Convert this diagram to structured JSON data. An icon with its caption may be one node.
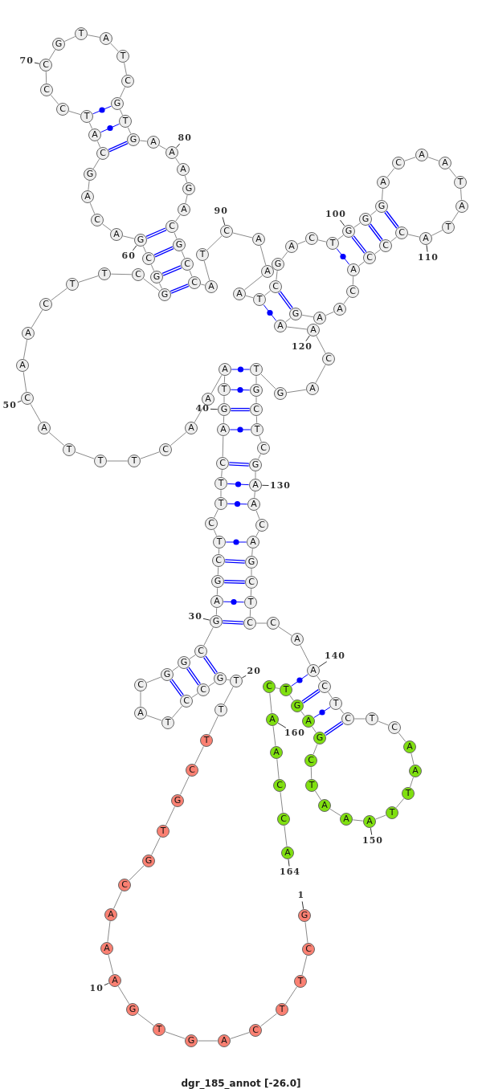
{
  "diagram": {
    "title": "dgr_185_annot [-26.0]",
    "nodes": [
      {
        "text": [
          "G"
        ]
      },
      {
        "text": [
          "C"
        ]
      },
      {
        "text": [
          "T"
        ]
      },
      {
        "text": [
          "T"
        ]
      },
      {
        "text": [
          "C"
        ]
      },
      {
        "text": [
          "A"
        ]
      },
      {
        "text": [
          "G"
        ]
      },
      {
        "text": [
          "T"
        ]
      },
      {
        "text": [
          "G"
        ]
      },
      {
        "text": [
          "A"
        ]
      },
      {
        "text": [
          "A"
        ]
      },
      {
        "text": [
          "A"
        ]
      },
      {
        "text": [
          "C"
        ]
      },
      {
        "text": [
          "G"
        ]
      },
      {
        "text": [
          "T"
        ]
      },
      {
        "text": [
          "G"
        ]
      },
      {
        "text": [
          "C"
        ]
      },
      {
        "text": [
          "T"
        ]
      },
      {
        "text": [
          "T"
        ]
      },
      {
        "text": [
          "T"
        ]
      },
      {
        "text": [
          "G"
        ]
      },
      {
        "text": [
          "C"
        ]
      },
      {
        "text": [
          "C"
        ]
      },
      {
        "text": [
          "T"
        ]
      },
      {
        "text": [
          "A"
        ]
      },
      {
        "text": [
          "C"
        ]
      },
      {
        "text": [
          "G"
        ]
      },
      {
        "text": [
          "G"
        ]
      },
      {
        "text": [
          "C"
        ]
      },
      {
        "text": [
          "G"
        ]
      },
      {
        "text": [
          "A"
        ]
      },
      {
        "text": [
          "G"
        ]
      },
      {
        "text": [
          "C"
        ]
      },
      {
        "text": [
          "T"
        ]
      },
      {
        "text": [
          "C"
        ]
      },
      {
        "text": [
          "T"
        ]
      },
      {
        "text": [
          "T"
        ]
      },
      {
        "text": [
          "C"
        ]
      },
      {
        "text": [
          "A"
        ]
      },
      {
        "text": [
          "G"
        ]
      },
      {
        "text": [
          "T"
        ]
      },
      {
        "text": [
          "A"
        ]
      },
      {
        "text": [
          "A"
        ]
      },
      {
        "text": [
          "A"
        ]
      },
      {
        "text": [
          "C"
        ]
      },
      {
        "text": [
          "T"
        ]
      },
      {
        "text": [
          "T"
        ]
      },
      {
        "text": [
          "T"
        ]
      },
      {
        "text": [
          "A"
        ]
      },
      {
        "text": [
          "C"
        ]
      },
      {
        "text": [
          "A"
        ]
      },
      {
        "text": [
          "A"
        ]
      },
      {
        "text": [
          "C"
        ]
      },
      {
        "text": [
          "T"
        ]
      },
      {
        "text": [
          "T"
        ]
      },
      {
        "text": [
          "C"
        ]
      },
      {
        "text": [
          "G"
        ]
      },
      {
        "text": [
          "G"
        ]
      },
      {
        "text": [
          "C"
        ]
      },
      {
        "text": [
          "G"
        ]
      },
      {
        "text": [
          "A"
        ]
      },
      {
        "text": [
          "C"
        ]
      },
      {
        "text": [
          "A"
        ]
      },
      {
        "text": [
          "G"
        ]
      },
      {
        "text": [
          "C"
        ]
      },
      {
        "text": [
          "A"
        ]
      },
      {
        "text": [
          "T"
        ]
      },
      {
        "text": [
          "C"
        ]
      },
      {
        "text": [
          "C"
        ]
      },
      {
        "text": [
          "C"
        ]
      },
      {
        "text": [
          "G"
        ]
      },
      {
        "text": [
          "T"
        ]
      },
      {
        "text": [
          "A"
        ]
      },
      {
        "text": [
          "T"
        ]
      },
      {
        "text": [
          "C"
        ]
      },
      {
        "text": [
          "G"
        ]
      },
      {
        "text": [
          "T"
        ]
      },
      {
        "text": [
          "G"
        ]
      },
      {
        "text": [
          "A"
        ]
      },
      {
        "text": [
          "A"
        ]
      },
      {
        "text": [
          "A"
        ]
      },
      {
        "text": [
          "G"
        ]
      },
      {
        "text": [
          "A"
        ]
      },
      {
        "text": [
          "C"
        ]
      },
      {
        "text": [
          "G"
        ]
      },
      {
        "text": [
          "C"
        ]
      },
      {
        "text": [
          "C"
        ]
      },
      {
        "text": [
          "A"
        ]
      },
      {
        "text": [
          "T"
        ]
      },
      {
        "text": [
          "C"
        ]
      },
      {
        "text": [
          "A"
        ]
      },
      {
        "text": [
          "A"
        ]
      },
      {
        "text": [
          "A"
        ]
      },
      {
        "text": [
          "T"
        ]
      },
      {
        "text": [
          "C"
        ]
      },
      {
        "text": [
          "G"
        ]
      },
      {
        "text": [
          "A"
        ]
      },
      {
        "text": [
          "C"
        ]
      },
      {
        "text": [
          "T"
        ]
      },
      {
        "text": [
          "G"
        ]
      },
      {
        "text": [
          "G"
        ]
      },
      {
        "text": [
          "G"
        ]
      },
      {
        "text": [
          "A"
        ]
      },
      {
        "text": [
          "C"
        ]
      },
      {
        "text": [
          "A"
        ]
      },
      {
        "text": [
          "A"
        ]
      },
      {
        "text": [
          "T"
        ]
      },
      {
        "text": [
          "A"
        ]
      },
      {
        "text": [
          "T"
        ]
      },
      {
        "text": [
          "A"
        ]
      },
      {
        "text": [
          "C"
        ]
      },
      {
        "text": [
          "C"
        ]
      },
      {
        "text": [
          "C"
        ]
      },
      {
        "text": [
          "A"
        ]
      },
      {
        "text": [
          "C"
        ]
      },
      {
        "text": [
          "A"
        ]
      },
      {
        "text": [
          "A"
        ]
      },
      {
        "text": [
          "G"
        ]
      },
      {
        "text": [
          "A"
        ]
      },
      {
        "text": [
          "A"
        ]
      },
      {
        "text": [
          "C"
        ]
      },
      {
        "text": [
          "A"
        ]
      },
      {
        "text": [
          "G"
        ]
      },
      {
        "text": [
          "T"
        ]
      },
      {
        "text": [
          "G"
        ]
      },
      {
        "text": [
          "C"
        ]
      },
      {
        "text": [
          "T"
        ]
      },
      {
        "text": [
          "C"
        ]
      },
      {
        "text": [
          "G"
        ]
      },
      {
        "text": [
          "A"
        ]
      },
      {
        "text": [
          "A"
        ]
      },
      {
        "text": [
          "C"
        ]
      },
      {
        "text": [
          "A"
        ]
      },
      {
        "text": [
          "G"
        ]
      },
      {
        "text": [
          "C"
        ]
      },
      {
        "text": [
          "T"
        ]
      },
      {
        "text": [
          "C"
        ]
      },
      {
        "text": [
          "C"
        ]
      },
      {
        "text": [
          "A"
        ]
      },
      {
        "text": [
          "A"
        ]
      },
      {
        "text": [
          "C"
        ]
      },
      {
        "text": [
          "T"
        ]
      },
      {
        "text": [
          "C"
        ]
      },
      {
        "text": [
          "T"
        ]
      },
      {
        "text": [
          "C"
        ]
      },
      {
        "text": [
          "A"
        ]
      },
      {
        "text": [
          "A"
        ]
      },
      {
        "text": [
          "T"
        ]
      },
      {
        "text": [
          "T"
        ]
      },
      {
        "text": [
          "A"
        ]
      },
      {
        "text": [
          "A"
        ]
      },
      {
        "text": [
          "A"
        ]
      },
      {
        "text": [
          "T"
        ]
      },
      {
        "text": [
          "C"
        ]
      },
      {
        "text": [
          "G"
        ]
      },
      {
        "text": [
          "A"
        ]
      },
      {
        "text": [
          "G"
        ]
      },
      {
        "text": [
          "T"
        ]
      },
      {
        "text": [
          "C"
        ]
      },
      {
        "text": [
          "A"
        ]
      },
      {
        "text": [
          "A"
        ]
      },
      {
        "text": [
          "C"
        ]
      },
      {
        "text": [
          "C"
        ]
      },
      {
        "text": [
          "A"
        ]
      },
      {
        "text": [
          "1"
        ]
      },
      {
        "text": [
          "10"
        ]
      },
      {
        "text": [
          "20"
        ]
      },
      {
        "text": [
          "30"
        ]
      },
      {
        "text": [
          "40"
        ]
      },
      {
        "text": [
          "50"
        ]
      },
      {
        "text": [
          "60"
        ]
      },
      {
        "text": [
          "70"
        ]
      },
      {
        "text": [
          "80"
        ]
      },
      {
        "text": [
          "90"
        ]
      },
      {
        "text": [
          "100"
        ]
      },
      {
        "text": [
          "110"
        ]
      },
      {
        "text": [
          "120"
        ]
      },
      {
        "text": [
          "130"
        ]
      },
      {
        "text": [
          "140"
        ]
      },
      {
        "text": [
          "150"
        ]
      },
      {
        "text": [
          "160"
        ]
      },
      {
        "text": [
          "164"
        ]
      }
    ],
    "edges": [
      {
        "from": 0,
        "to": 1,
        "arrow": "none"
      },
      {
        "from": 1,
        "to": 2,
        "arrow": "none"
      },
      {
        "from": 2,
        "to": 3,
        "arrow": "none"
      },
      {
        "from": 3,
        "to": 4,
        "arrow": "none"
      },
      {
        "from": 4,
        "to": 5,
        "arrow": "none"
      },
      {
        "from": 5,
        "to": 6,
        "arrow": "none"
      },
      {
        "from": 6,
        "to": 7,
        "arrow": "none"
      },
      {
        "from": 7,
        "to": 8,
        "arrow": "none"
      },
      {
        "from": 8,
        "to": 9,
        "arrow": "none"
      },
      {
        "from": 9,
        "to": 10,
        "arrow": "none"
      },
      {
        "from": 10,
        "to": 11,
        "arrow": "none"
      },
      {
        "from": 11,
        "to": 12,
        "arrow": "none"
      },
      {
        "from": 12,
        "to": 13,
        "arrow": "none"
      },
      {
        "from": 13,
        "to": 14,
        "arrow": "none"
      },
      {
        "from": 14,
        "to": 15,
        "arrow": "none"
      },
      {
        "from": 15,
        "to": 16,
        "arrow": "none"
      },
      {
        "from": 16,
        "to": 17,
        "arrow": "none"
      },
      {
        "from": 17,
        "to": 18,
        "arrow": "none"
      },
      {
        "from": 18,
        "to": 19,
        "arrow": "none"
      },
      {
        "from": 19,
        "to": 20,
        "arrow": "none"
      },
      {
        "from": 20,
        "to": 21,
        "arrow": "none"
      },
      {
        "from": 21,
        "to": 22,
        "arrow": "none"
      },
      {
        "from": 22,
        "to": 23,
        "arrow": "none"
      },
      {
        "from": 23,
        "to": 24,
        "arrow": "none"
      },
      {
        "from": 24,
        "to": 25,
        "arrow": "none"
      },
      {
        "from": 25,
        "to": 26,
        "arrow": "none"
      },
      {
        "from": 26,
        "to": 27,
        "arrow": "none"
      },
      {
        "from": 27,
        "to": 28,
        "arrow": "none"
      },
      {
        "from": 28,
        "to": 29,
        "arrow": "none"
      },
      {
        "from": 29,
        "to": 30,
        "arrow": "none"
      },
      {
        "from": 30,
        "to": 31,
        "arrow": "none"
      },
      {
        "from": 31,
        "to": 32,
        "arrow": "none"
      },
      {
        "from": 32,
        "to": 33,
        "arrow": "none"
      },
      {
        "from": 33,
        "to": 34,
        "arrow": "none"
      },
      {
        "from": 34,
        "to": 35,
        "arrow": "none"
      },
      {
        "from": 35,
        "to": 36,
        "arrow": "none"
      },
      {
        "from": 36,
        "to": 37,
        "arrow": "none"
      },
      {
        "from": 37,
        "to": 38,
        "arrow": "none"
      },
      {
        "from": 38,
        "to": 39,
        "arrow": "none"
      },
      {
        "from": 39,
        "to": 40,
        "arrow": "none"
      },
      {
        "from": 40,
        "to": 41,
        "arrow": "none"
      },
      {
        "from": 41,
        "to": 42,
        "arrow": "none"
      },
      {
        "from": 42,
        "to": 43,
        "arrow": "none"
      },
      {
        "from": 43,
        "to": 44,
        "arrow": "none"
      },
      {
        "from": 44,
        "to": 45,
        "arrow": "none"
      },
      {
        "from": 45,
        "to": 46,
        "arrow": "none"
      },
      {
        "from": 46,
        "to": 47,
        "arrow": "none"
      },
      {
        "from": 47,
        "to": 48,
        "arrow": "none"
      },
      {
        "from": 48,
        "to": 49,
        "arrow": "none"
      },
      {
        "from": 49,
        "to": 50,
        "arrow": "none"
      },
      {
        "from": 50,
        "to": 51,
        "arrow": "none"
      },
      {
        "from": 51,
        "to": 52,
        "arrow": "none"
      },
      {
        "from": 52,
        "to": 53,
        "arrow": "none"
      },
      {
        "from": 53,
        "to": 54,
        "arrow": "none"
      },
      {
        "from": 54,
        "to": 55,
        "arrow": "none"
      },
      {
        "from": 55,
        "to": 56,
        "arrow": "none"
      },
      {
        "from": 56,
        "to": 57,
        "arrow": "none"
      },
      {
        "from": 57,
        "to": 58,
        "arrow": "none"
      },
      {
        "from": 58,
        "to": 59,
        "arrow": "none"
      },
      {
        "from": 59,
        "to": 60,
        "arrow": "none"
      },
      {
        "from": 60,
        "to": 61,
        "arrow": "none"
      },
      {
        "from": 61,
        "to": 62,
        "arrow": "none"
      },
      {
        "from": 62,
        "to": 63,
        "arrow": "none"
      },
      {
        "from": 63,
        "to": 64,
        "arrow": "none"
      },
      {
        "from": 64,
        "to": 65,
        "arrow": "none"
      },
      {
        "from": 65,
        "to": 66,
        "arrow": "none"
      },
      {
        "from": 66,
        "to": 67,
        "arrow": "none"
      },
      {
        "from": 67,
        "to": 68,
        "arrow": "none"
      },
      {
        "from": 68,
        "to": 69,
        "arrow": "none"
      },
      {
        "from": 69,
        "to": 70,
        "arrow": "none"
      },
      {
        "from": 70,
        "to": 71,
        "arrow": "none"
      },
      {
        "from": 71,
        "to": 72,
        "arrow": "none"
      },
      {
        "from": 72,
        "to": 73,
        "arrow": "none"
      },
      {
        "from": 73,
        "to": 74,
        "arrow": "none"
      },
      {
        "from": 74,
        "to": 75,
        "arrow": "none"
      },
      {
        "from": 75,
        "to": 76,
        "arrow": "none"
      },
      {
        "from": 76,
        "to": 77,
        "arrow": "none"
      },
      {
        "from": 77,
        "to": 78,
        "arrow": "none"
      },
      {
        "from": 78,
        "to": 79,
        "arrow": "none"
      },
      {
        "from": 79,
        "to": 80,
        "arrow": "none"
      },
      {
        "from": 80,
        "to": 81,
        "arrow": "none"
      },
      {
        "from": 81,
        "to": 82,
        "arrow": "none"
      },
      {
        "from": 82,
        "to": 83,
        "arrow": "none"
      },
      {
        "from": 83,
        "to": 84,
        "arrow": "none"
      },
      {
        "from": 84,
        "to": 85,
        "arrow": "none"
      },
      {
        "from": 85,
        "to": 86,
        "arrow": "none"
      },
      {
        "from": 86,
        "to": 87,
        "arrow": "none"
      },
      {
        "from": 87,
        "to": 88,
        "arrow": "none"
      },
      {
        "from": 88,
        "to": 89,
        "arrow": "none"
      },
      {
        "from": 89,
        "to": 90,
        "arrow": "none"
      },
      {
        "from": 90,
        "to": 91,
        "arrow": "none"
      },
      {
        "from": 91,
        "to": 92,
        "arrow": "none"
      },
      {
        "from": 92,
        "to": 93,
        "arrow": "none"
      },
      {
        "from": 93,
        "to": 94,
        "arrow": "none"
      },
      {
        "from": 94,
        "to": 95,
        "arrow": "none"
      },
      {
        "from": 95,
        "to": 96,
        "arrow": "none"
      },
      {
        "from": 96,
        "to": 97,
        "arrow": "none"
      },
      {
        "from": 97,
        "to": 98,
        "arrow": "none"
      },
      {
        "from": 98,
        "to": 99,
        "arrow": "none"
      },
      {
        "from": 99,
        "to": 100,
        "arrow": "none"
      },
      {
        "from": 100,
        "to": 101,
        "arrow": "none"
      },
      {
        "from": 101,
        "to": 102,
        "arrow": "none"
      },
      {
        "from": 102,
        "to": 103,
        "arrow": "none"
      },
      {
        "from": 103,
        "to": 104,
        "arrow": "none"
      },
      {
        "from": 104,
        "to": 105,
        "arrow": "none"
      },
      {
        "from": 105,
        "to": 106,
        "arrow": "none"
      },
      {
        "from": 106,
        "to": 107,
        "arrow": "none"
      },
      {
        "from": 107,
        "to": 108,
        "arrow": "none"
      },
      {
        "from": 108,
        "to": 109,
        "arrow": "none"
      },
      {
        "from": 109,
        "to": 110,
        "arrow": "none"
      },
      {
        "from": 110,
        "to": 111,
        "arrow": "none"
      },
      {
        "from": 111,
        "to": 112,
        "arrow": "none"
      },
      {
        "from": 112,
        "to": 113,
        "arrow": "none"
      },
      {
        "from": 113,
        "to": 114,
        "arrow": "none"
      },
      {
        "from": 114,
        "to": 115,
        "arrow": "none"
      },
      {
        "from": 115,
        "to": 116,
        "arrow": "none"
      },
      {
        "from": 116,
        "to": 117,
        "arrow": "none"
      },
      {
        "from": 117,
        "to": 118,
        "arrow": "none"
      },
      {
        "from": 118,
        "to": 119,
        "arrow": "none"
      },
      {
        "from": 119,
        "to": 120,
        "arrow": "none"
      },
      {
        "from": 120,
        "to": 121,
        "arrow": "none"
      },
      {
        "from": 121,
        "to": 122,
        "arrow": "none"
      },
      {
        "from": 122,
        "to": 123,
        "arrow": "none"
      },
      {
        "from": 123,
        "to": 124,
        "arrow": "none"
      },
      {
        "from": 124,
        "to": 125,
        "arrow": "none"
      },
      {
        "from": 125,
        "to": 126,
        "arrow": "none"
      },
      {
        "from": 126,
        "to": 127,
        "arrow": "none"
      },
      {
        "from": 127,
        "to": 128,
        "arrow": "none"
      },
      {
        "from": 128,
        "to": 129,
        "arrow": "none"
      },
      {
        "from": 129,
        "to": 130,
        "arrow": "none"
      },
      {
        "from": 130,
        "to": 131,
        "arrow": "none"
      },
      {
        "from": 131,
        "to": 132,
        "arrow": "none"
      },
      {
        "from": 132,
        "to": 133,
        "arrow": "none"
      },
      {
        "from": 133,
        "to": 134,
        "arrow": "none"
      },
      {
        "from": 134,
        "to": 135,
        "arrow": "none"
      },
      {
        "from": 135,
        "to": 136,
        "arrow": "none"
      },
      {
        "from": 136,
        "to": 137,
        "arrow": "none"
      },
      {
        "from": 137,
        "to": 138,
        "arrow": "none"
      },
      {
        "from": 138,
        "to": 139,
        "arrow": "none"
      },
      {
        "from": 139,
        "to": 140,
        "arrow": "none"
      },
      {
        "from": 140,
        "to": 141,
        "arrow": "none"
      },
      {
        "from": 141,
        "to": 142,
        "arrow": "none"
      },
      {
        "from": 142,
        "to": 143,
        "arrow": "none"
      },
      {
        "from": 143,
        "to": 144,
        "arrow": "none"
      },
      {
        "from": 144,
        "to": 145,
        "arrow": "none"
      },
      {
        "from": 145,
        "to": 146,
        "arrow": "none"
      },
      {
        "from": 146,
        "to": 147,
        "arrow": "none"
      },
      {
        "from": 147,
        "to": 148,
        "arrow": "none"
      },
      {
        "from": 148,
        "to": 149,
        "arrow": "none"
      },
      {
        "from": 149,
        "to": 150,
        "arrow": "none"
      },
      {
        "from": 150,
        "to": 151,
        "arrow": "none"
      },
      {
        "from": 151,
        "to": 152,
        "arrow": "none"
      },
      {
        "from": 152,
        "to": 153,
        "arrow": "none"
      },
      {
        "from": 153,
        "to": 154,
        "arrow": "none"
      },
      {
        "from": 154,
        "to": 155,
        "arrow": "none"
      },
      {
        "from": 155,
        "to": 156,
        "arrow": "none"
      },
      {
        "from": 156,
        "to": 157,
        "arrow": "none"
      },
      {
        "from": 157,
        "to": 158,
        "arrow": "none"
      },
      {
        "from": 158,
        "to": 159,
        "arrow": "none"
      },
      {
        "from": 159,
        "to": 160,
        "arrow": "none"
      },
      {
        "from": 160,
        "to": 161,
        "arrow": "none"
      },
      {
        "from": 161,
        "to": 162,
        "arrow": "none"
      },
      {
        "from": 162,
        "to": 163,
        "arrow": "none"
      },
      {
        "from": 20,
        "to": 28,
        "arrow": "none",
        "style": "thick",
        "color": "#0000ff"
      },
      {
        "from": 21,
        "to": 27,
        "arrow": "none",
        "style": "thick",
        "color": "#0000ff"
      },
      {
        "from": 22,
        "to": 26,
        "arrow": "none",
        "style": "thick",
        "color": "#0000ff"
      },
      {
        "from": 29,
        "to": 136,
        "arrow": "none",
        "style": "thick",
        "color": "#0000ff"
      },
      {
        "from": 30,
        "to": 135,
        "arrow": "none",
        "color": "#0000ff"
      },
      {
        "from": 31,
        "to": 134,
        "arrow": "none",
        "style": "thick",
        "color": "#0000ff"
      },
      {
        "from": 32,
        "to": 133,
        "arrow": "none",
        "style": "thick",
        "color": "#0000ff"
      },
      {
        "from": 33,
        "to": 132,
        "arrow": "none",
        "color": "#0000ff"
      },
      {
        "from": 35,
        "to": 130,
        "arrow": "none",
        "color": "#0000ff"
      },
      {
        "from": 36,
        "to": 129,
        "arrow": "none",
        "color": "#0000ff"
      },
      {
        "from": 37,
        "to": 128,
        "arrow": "none",
        "style": "thick",
        "color": "#0000ff"
      },
      {
        "from": 38,
        "to": 126,
        "arrow": "none",
        "color": "#0000ff"
      },
      {
        "from": 39,
        "to": 125,
        "arrow": "none",
        "style": "thick",
        "color": "#0000ff"
      },
      {
        "from": 40,
        "to": 124,
        "arrow": "none",
        "color": "#0000ff"
      },
      {
        "from": 41,
        "to": 123,
        "arrow": "none",
        "color": "#0000ff"
      },
      {
        "from": 56,
        "to": 86,
        "arrow": "none",
        "style": "thick",
        "color": "#0000ff"
      },
      {
        "from": 57,
        "to": 85,
        "arrow": "none",
        "style": "thick",
        "color": "#0000ff"
      },
      {
        "from": 58,
        "to": 84,
        "arrow": "none",
        "style": "thick",
        "color": "#0000ff"
      },
      {
        "from": 59,
        "to": 83,
        "arrow": "none",
        "style": "thick",
        "color": "#0000ff"
      },
      {
        "from": 64,
        "to": 77,
        "arrow": "none",
        "style": "thick",
        "color": "#0000ff"
      },
      {
        "from": 65,
        "to": 76,
        "arrow": "none",
        "color": "#0000ff"
      },
      {
        "from": 66,
        "to": 75,
        "arrow": "none",
        "color": "#0000ff"
      },
      {
        "from": 93,
        "to": 118,
        "arrow": "none",
        "color": "#0000ff"
      },
      {
        "from": 94,
        "to": 117,
        "arrow": "none",
        "style": "thick",
        "color": "#0000ff"
      },
      {
        "from": 98,
        "to": 113,
        "arrow": "none",
        "color": "#0000ff"
      },
      {
        "from": 99,
        "to": 112,
        "arrow": "none",
        "style": "thick",
        "color": "#0000ff"
      },
      {
        "from": 100,
        "to": 111,
        "arrow": "none",
        "style": "thick",
        "color": "#0000ff"
      },
      {
        "from": 101,
        "to": 110,
        "arrow": "none",
        "style": "thick",
        "color": "#0000ff"
      },
      {
        "from": 139,
        "to": 157,
        "arrow": "none",
        "color": "#0000ff"
      },
      {
        "from": 140,
        "to": 156,
        "arrow": "none",
        "style": "thick",
        "color": "#0000ff"
      },
      {
        "from": 141,
        "to": 155,
        "arrow": "none",
        "color": "#0000ff"
      },
      {
        "from": 142,
        "to": 154,
        "arrow": "none",
        "style": "thick",
        "color": "#0000ff"
      },
      {
        "from": 164,
        "to": 0,
        "arrow": "none"
      },
      {
        "from": 165,
        "to": 9,
        "arrow": "none"
      },
      {
        "from": 166,
        "to": 19,
        "arrow": "none"
      },
      {
        "from": 167,
        "to": 29,
        "arrow": "none"
      },
      {
        "from": 168,
        "to": 39,
        "arrow": "none"
      },
      {
        "from": 169,
        "to": 49,
        "arrow": "none"
      },
      {
        "from": 170,
        "to": 59,
        "arrow": "none"
      },
      {
        "from": 171,
        "to": 69,
        "arrow": "none"
      },
      {
        "from": 172,
        "to": 79,
        "arrow": "none"
      },
      {
        "from": 173,
        "to": 89,
        "arrow": "none"
      },
      {
        "from": 174,
        "to": 99,
        "arrow": "none"
      },
      {
        "from": 175,
        "to": 109,
        "arrow": "none"
      },
      {
        "from": 176,
        "to": 119,
        "arrow": "none"
      },
      {
        "from": 177,
        "to": 129,
        "arrow": "none"
      },
      {
        "from": 178,
        "to": 139,
        "arrow": "none"
      },
      {
        "from": 179,
        "to": 149,
        "arrow": "none"
      },
      {
        "from": 180,
        "to": 159,
        "arrow": "none"
      },
      {
        "from": 181,
        "to": 163,
        "arrow": "none"
      }
    ]
  }
}
